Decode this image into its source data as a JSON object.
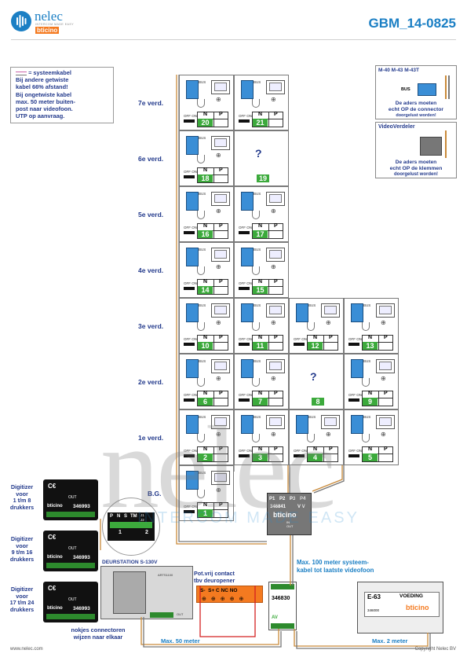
{
  "header": {
    "logo_text": "nelec",
    "logo_tagline": "INTERCOM MADE EASY",
    "logo_brand": "bticino",
    "doc_code": "GBM_14-0825"
  },
  "legend": {
    "line1": "= systeemkabel",
    "lines": [
      "Bij andere getwiste",
      "kabel 66% afstand!",
      "Bij ongetwiste kabel",
      "max. 50 meter buiten-",
      "post naar videofoon.",
      "UTP op aanvraag."
    ]
  },
  "floors": [
    "7e verd.",
    "6e verd.",
    "5e verd.",
    "4e verd.",
    "3e verd.",
    "2e verd.",
    "1e verd.",
    "B.G."
  ],
  "unit_labels": {
    "n": "N",
    "p": "P",
    "bus": "BUS",
    "offon": "OFF ON",
    "unknown": "?"
  },
  "badges": [
    "20",
    "21",
    "18",
    "19",
    "16",
    "17",
    "14",
    "15",
    "10",
    "11",
    "12",
    "13",
    "6",
    "7",
    "8",
    "9",
    "2",
    "3",
    "4",
    "5",
    "1"
  ],
  "info_box_1": {
    "title": "M-40 M-43 M-43T",
    "bus": "BUS",
    "lines": [
      "De aders moeten",
      "echt OP de connector",
      "doorgelust worden!"
    ]
  },
  "info_box_2": {
    "title": "VideoVerdeler",
    "lines": [
      "De aders moeten",
      "echt OP de klemmen",
      "doorgelust worden!"
    ]
  },
  "digitizers": [
    {
      "label_lines": [
        "Digitizer",
        "voor",
        "1 t/m 8",
        "drukkers"
      ],
      "model": "346993",
      "out": "OUT"
    },
    {
      "label_lines": [
        "Digitizer",
        "voor",
        "9 t/m 16",
        "drukkers"
      ],
      "model": "346993",
      "out": "OUT"
    },
    {
      "label_lines": [
        "Digitizer",
        "voor",
        "17 t/m 24",
        "drukkers"
      ],
      "model": "346993",
      "out": "OUT"
    }
  ],
  "dip_labels": [
    "P",
    "N",
    "S",
    "TM",
    "J1",
    "J2"
  ],
  "dip_numbers": [
    "1",
    "2"
  ],
  "deurstation": {
    "title": "DEURSTATION S-130V",
    "model": "ARTS1100",
    "out": "OUT"
  },
  "connector_note": [
    "nokjes connectoren",
    "wijzen naar elkaar"
  ],
  "distributor": {
    "labels": [
      "P1",
      "P2",
      "P3",
      "P4"
    ],
    "model": "346841",
    "vv": "V V",
    "in": "IN",
    "out": "OUT"
  },
  "relay": {
    "title_lines": [
      "Pot.vrij contact",
      "tbv deuropener"
    ],
    "terminals": "S-  S+ C NC NO"
  },
  "splitter": {
    "model": "346830",
    "av": "AV"
  },
  "power": {
    "model": "E-63",
    "label": "VOEDING",
    "code": "346000"
  },
  "cable_notes": {
    "max100": [
      "Max. 100 meter systeem-",
      "kabel tot laatste videofoon"
    ],
    "max50": "Max. 50 meter",
    "max2": "Max. 2 meter"
  },
  "brand_small": "bticino",
  "watermark": {
    "text": "nelec",
    "tagline": "INTERCOM MADE EASY"
  },
  "footer": {
    "left": "www.nelec.com",
    "right": "Copyright Nelec BV"
  },
  "colors": {
    "accent": "#1b7fc4",
    "navy": "#233a8c",
    "green": "#3caa3c",
    "orange": "#f47a20",
    "red": "#d42020"
  }
}
